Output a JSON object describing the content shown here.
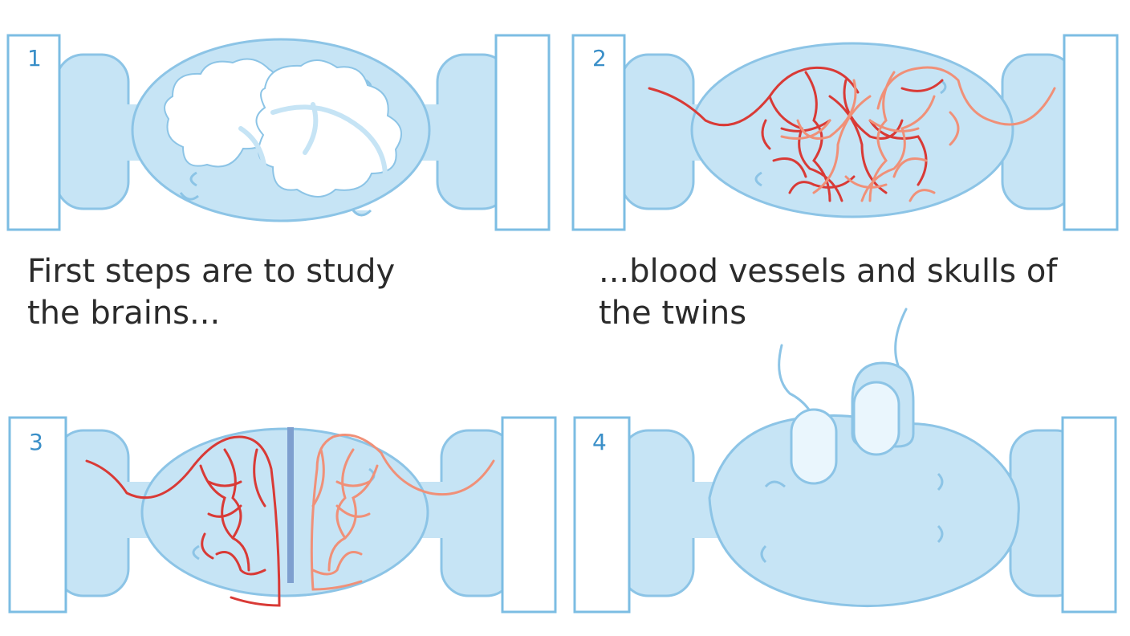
{
  "colors": {
    "head_fill": "#c6e4f5",
    "head_stroke": "#8cc4e6",
    "frame_stroke": "#7cbde3",
    "number_color": "#3a8fc8",
    "vessel_dark": "#d93a36",
    "vessel_light": "#f09078",
    "divider": "#7e9fcf",
    "caption_text": "#2b2b2b"
  },
  "panels": [
    {
      "number": "1",
      "content": "brains"
    },
    {
      "number": "2",
      "content": "blood-vessels"
    },
    {
      "number": "3",
      "content": "separated-vessels"
    },
    {
      "number": "4",
      "content": "tissue-expanders"
    }
  ],
  "captions": {
    "caption_1": {
      "line1": "First steps are to study",
      "line2": "the brains..."
    },
    "caption_2": {
      "line1": "...blood vessels and skulls of",
      "line2": "the twins"
    }
  }
}
